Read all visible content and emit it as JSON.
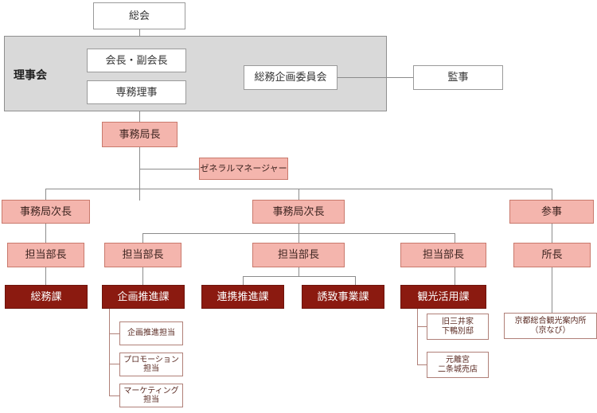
{
  "chart": {
    "title_text": "",
    "colors": {
      "pink_fill": "#f4b5ad",
      "pink_border": "#c9796c",
      "dark_fill": "#8b1a10",
      "dark_text": "#ffffff",
      "panel_fill": "#d9d9d9",
      "panel_border": "#8f8f8f",
      "line": "#8c8c8c",
      "line_red": "#b08078",
      "white_fill": "#ffffff",
      "white_border": "#9a9a9a"
    }
  },
  "top": {
    "general_meeting": "総会"
  },
  "board": {
    "panel_label": "理事会",
    "chairman": "会長・副会長",
    "managing_director": "専務理事",
    "planning_committee": "総務企画委員会",
    "auditor": "監事"
  },
  "exec": {
    "secretary_general": "事務局長",
    "general_manager": "ゼネラルマネージャー"
  },
  "divisions": [
    {
      "deputy": "事務局次長"
    },
    {
      "deputy": "事務局次長"
    },
    {
      "counselor": "参事"
    }
  ],
  "managers": {
    "m1": "担当部長",
    "m2": "担当部長",
    "m3": "担当部長",
    "m4": "担当部長",
    "director": "所長"
  },
  "sections": {
    "general_affairs": "総務課",
    "planning_promotion": "企画推進課",
    "cooperation_promotion": "連携推進課",
    "attraction_business": "誘致事業課",
    "tourism_utilization": "観光活用課"
  },
  "planning_units": [
    "企画推進担当",
    "プロモーション担当",
    "マーケティング担当"
  ],
  "tourism_units": [
    "旧三井家\n下鴨別邸",
    "元離宮\n二条城売店"
  ],
  "info_center": "京都総合観光案内所\n（京なび）"
}
